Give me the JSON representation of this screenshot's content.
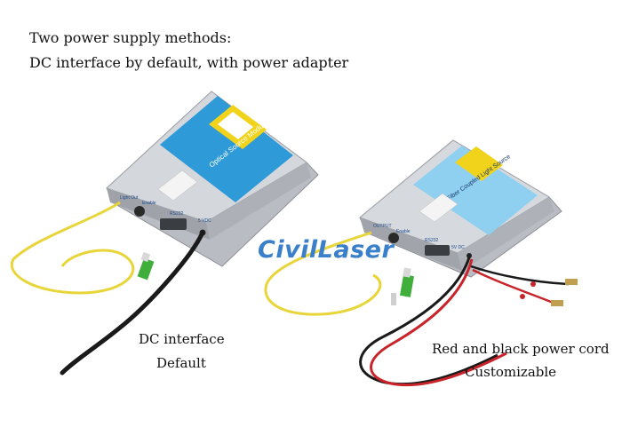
{
  "heading": {
    "line1": "Two power supply methods:",
    "line2": "DC interface by default, with power adapter"
  },
  "watermark": "CivilLaser",
  "left_module": {
    "label_top": "Optical Source Module",
    "port_labels": [
      "Light Out",
      "Enable",
      "RS232",
      "5 VDC"
    ],
    "caption_line1": "DC interface",
    "caption_line2": "Default"
  },
  "right_module": {
    "label_top": "Fiber Coupled Light Source",
    "port_labels": [
      "OUTPUT",
      "Enable",
      "RS232",
      "5V DC"
    ],
    "caption_line1": "Red and black power cord",
    "caption_line2": "Customizable"
  },
  "colors": {
    "brand": "#3a7fc9",
    "module_body": "#c9ccd1",
    "label_blue_left": "#2f9ad8",
    "label_blue_right": "#8fd0f0",
    "fiber_yellow": "#e8d53a",
    "connector_green": "#3fae3a",
    "cable_black": "#1a1a1a",
    "cable_red": "#c8242a"
  }
}
